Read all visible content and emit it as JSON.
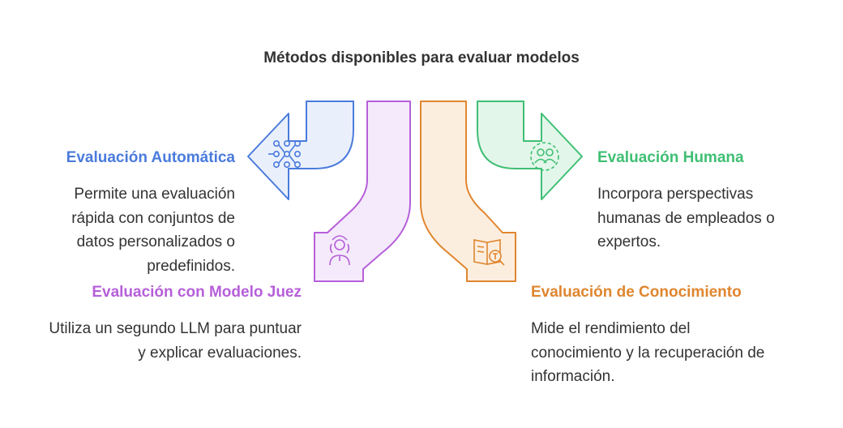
{
  "title": "Métodos disponibles para evaluar modelos",
  "colors": {
    "blue": "#4A7BDC",
    "purple": "#B65FDA",
    "orange": "#E0862F",
    "green": "#3FBF73",
    "text": "#333333"
  },
  "items": [
    {
      "heading": "Evaluación Automática",
      "description": "Permite una evaluación rápida con conjuntos de datos personalizados o predefinidos.",
      "icon": "network-nodes-icon"
    },
    {
      "heading": "Evaluación con Modelo Juez",
      "description": "Utiliza un segundo LLM para puntuar y explicar evaluaciones.",
      "icon": "judge-icon"
    },
    {
      "heading": "Evaluación de Conocimiento",
      "description": "Mide el rendimiento del conocimiento y la recuperación de información.",
      "icon": "book-search-icon"
    },
    {
      "heading": "Evaluación Humana",
      "description": "Incorpora perspectivas humanas de empleados o expertos.",
      "icon": "people-icon"
    }
  ]
}
